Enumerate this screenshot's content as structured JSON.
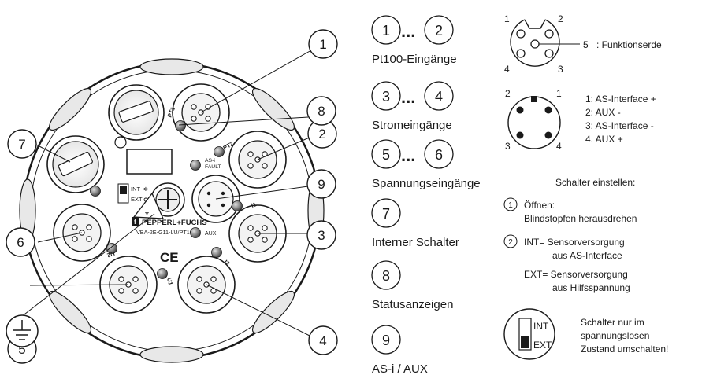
{
  "device": {
    "brand": "PEPPERL+FUCHS",
    "model": "VBA-2E-G11-I/U/PT100",
    "led_pt1": "PT1",
    "led_pt2": "PT2",
    "led_asi_fault": [
      "AS-i",
      "FAULT"
    ],
    "led_i1": "I1",
    "led_aux": "AUX",
    "led_i2": "I2",
    "led_u1": "U1",
    "led_u2": "U2",
    "switch_int": "INT",
    "switch_ext": "EXT",
    "ce_mark": "CE"
  },
  "callouts": [
    "1",
    "2",
    "3",
    "4",
    "5",
    "6",
    "7",
    "8",
    "9"
  ],
  "legend": [
    {
      "nums": [
        "1",
        "2"
      ],
      "dots": "...",
      "label": "Pt100-Eingänge"
    },
    {
      "nums": [
        "3",
        "4"
      ],
      "dots": "...",
      "label": "Stromeingänge"
    },
    {
      "nums": [
        "5",
        "6"
      ],
      "dots": "...",
      "label": "Spannungseingänge"
    },
    {
      "nums": [
        "7"
      ],
      "label": "Interner Schalter"
    },
    {
      "nums": [
        "8"
      ],
      "label": "Statusanzeigen"
    },
    {
      "nums": [
        "9"
      ],
      "label": "AS-i / AUX"
    }
  ],
  "connector_5pin": {
    "pins": [
      "1",
      "2",
      "3",
      "4",
      "5"
    ],
    "pin5_label": ": Funktionserde"
  },
  "connector_4pin": {
    "pins": [
      "1",
      "2",
      "3",
      "4"
    ],
    "assignments": [
      "1: AS-Interface +",
      "2: AUX -",
      "3: AS-Interface -",
      "4. AUX +"
    ]
  },
  "switch_settings": {
    "title": "Schalter einstellen:",
    "steps": [
      {
        "num": "1",
        "lines": [
          "Öffnen:",
          "Blindstopfen herausdrehen"
        ]
      },
      {
        "num": "2",
        "lines": [
          "INT= Sensorversorgung",
          "aus AS-Interface",
          "EXT= Sensorversorgung",
          "aus Hilfsspannung"
        ]
      }
    ],
    "switch_int": "INT",
    "switch_ext": "EXT",
    "warning": [
      "Schalter nur im",
      "spannungslosen",
      "Zustand umschalten!"
    ]
  }
}
